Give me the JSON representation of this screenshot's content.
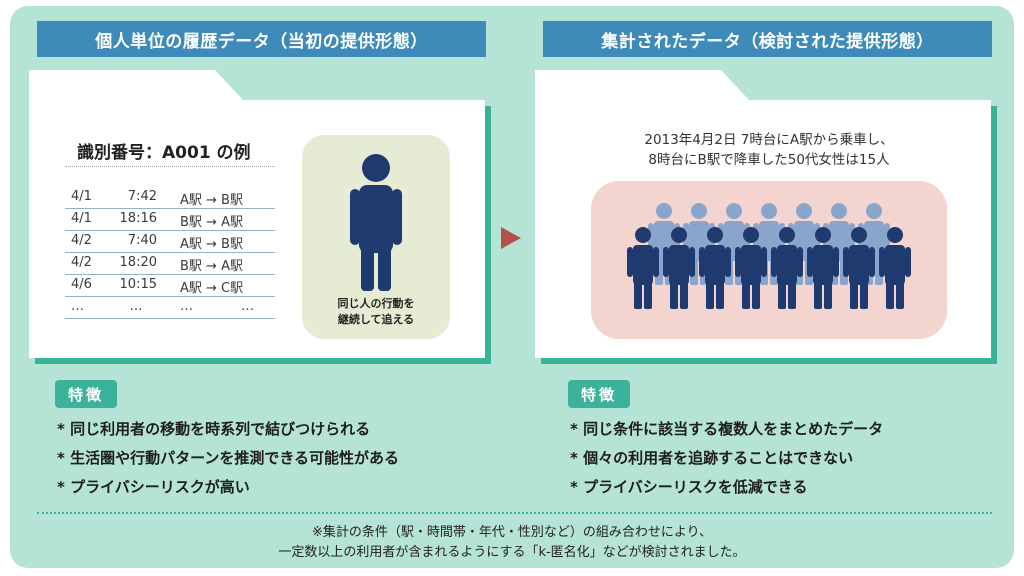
{
  "left": {
    "header": "個人単位の履歴データ（当初の提供形態）",
    "example_title": "識別番号：A001 の例",
    "rows": [
      {
        "date": "4/1",
        "time": "7:42",
        "route": "A駅 → B駅"
      },
      {
        "date": "4/1",
        "time": "18:16",
        "route": "B駅 → A駅"
      },
      {
        "date": "4/2",
        "time": "7:40",
        "route": "A駅 → B駅"
      },
      {
        "date": "4/2",
        "time": "18:20",
        "route": "B駅 → A駅"
      },
      {
        "date": "4/6",
        "time": "10:15",
        "route": "A駅 → C駅"
      }
    ],
    "ellipsis": "…",
    "person_caption_1": "同じ人の行動を",
    "person_caption_2": "継続して追える",
    "feature_label": "特徴",
    "features": [
      "* 同じ利用者の移動を時系列で結びつけられる",
      "* 生活圏や行動パターンを推測できる可能性がある",
      "* プライバシーリスクが高い"
    ]
  },
  "right": {
    "header": "集計されたデータ（検討された提供形態）",
    "desc_1": "2013年4月2日 7時台にA駅から乗車し、",
    "desc_2": "8時台にB駅で降車した50代女性は15人",
    "feature_label": "特徴",
    "features": [
      "* 同じ条件に該当する複数人をまとめたデータ",
      "* 個々の利用者を追跡することはできない",
      "* プライバシーリスクを低減できる"
    ]
  },
  "note_1": "※集計の条件（駅・時間帯・年代・性別など）の組み合わせにより、",
  "note_2": "一定数以上の利用者が含まれるようにする「k-匿名化」などが検討されました。",
  "colors": {
    "background": "#b5e3d6",
    "header": "#3e8ab8",
    "accent": "#3ab39a",
    "person_dark": "#1f3a6e",
    "person_light": "#8aa5cc",
    "arrow": "#b5514d"
  },
  "icons": [
    "person-icon",
    "crowd-icon",
    "right-arrow-icon"
  ]
}
